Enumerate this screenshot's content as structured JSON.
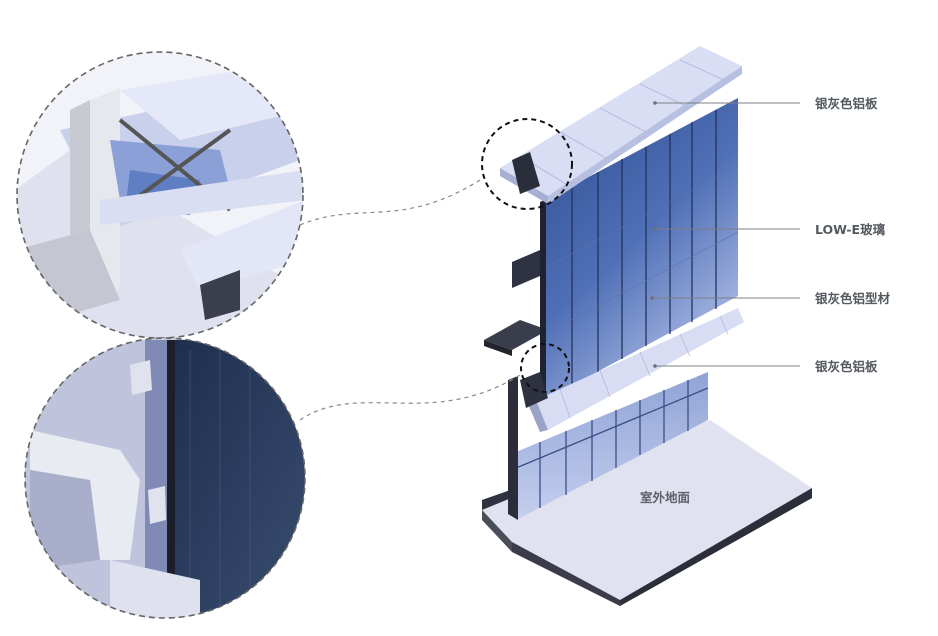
{
  "labels": {
    "top_panel": "银灰色铝板",
    "glass": "LOW-E玻璃",
    "profile": "银灰色铝型材",
    "mid_panel": "银灰色铝板",
    "ground": "室外地面"
  },
  "colors": {
    "glass_dark": "#2c4a8e",
    "glass_light": "#b9c6e8",
    "aluminum": "#d6dbf2",
    "aluminum_shade": "#9aa3c8",
    "steel_dark": "#2a2d3a",
    "ground_top": "#dfe2ee",
    "ground_side": "#353845",
    "leader": "#7b7f85",
    "dash": "#777777"
  },
  "icons": {
    "detail_top": "magnifier-circle",
    "detail_bottom": "magnifier-circle"
  }
}
